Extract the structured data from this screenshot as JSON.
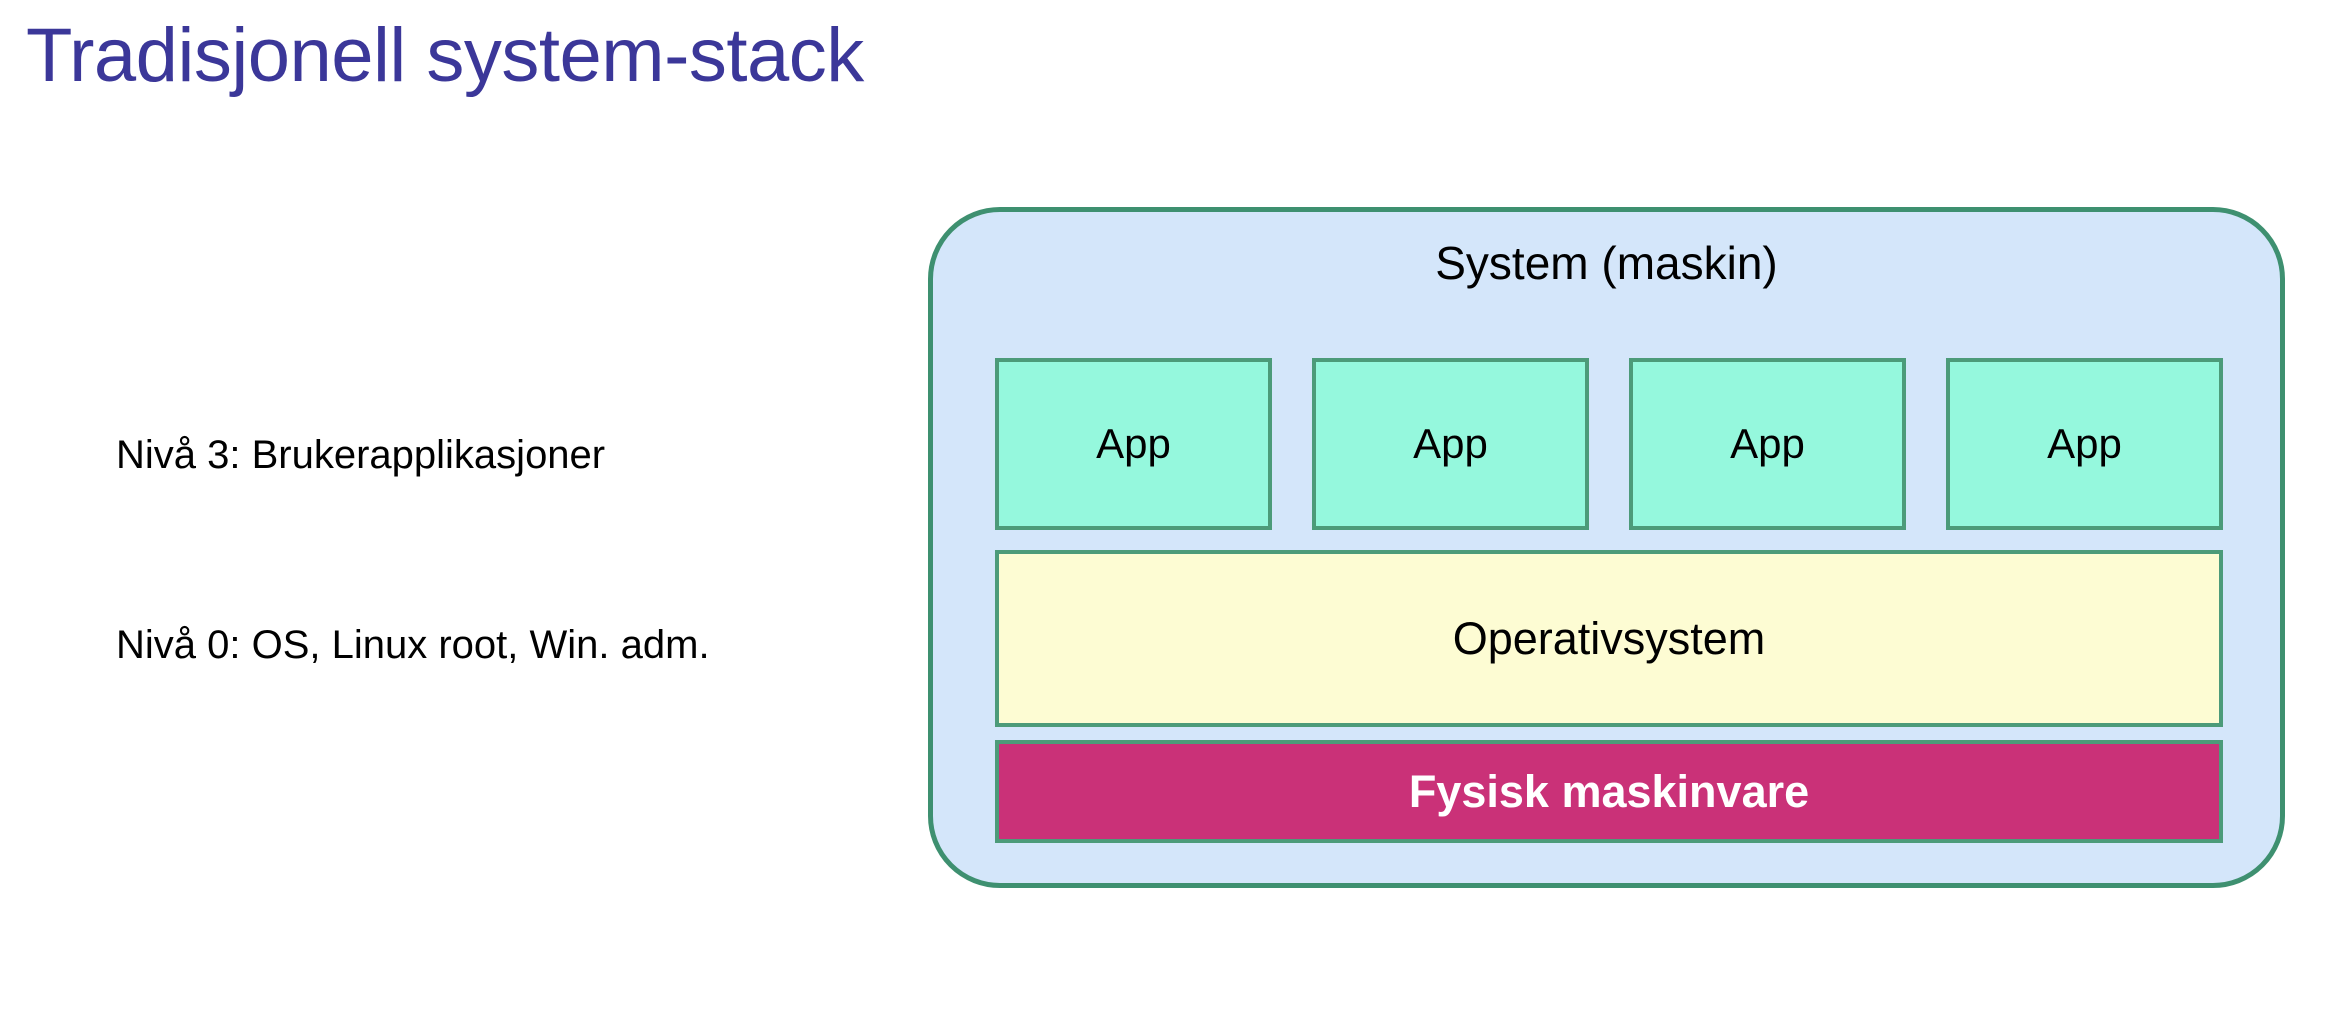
{
  "slide": {
    "title": "Tradisjonell system-stack",
    "title_color": "#3B3799",
    "background_color": "#FFFFFF"
  },
  "levels": [
    {
      "id": "nivaa-3",
      "label": "Nivå 3: Brukerapplikasjoner"
    },
    {
      "id": "nivaa-0",
      "label": "Nivå 0: OS, Linux root, Win. adm."
    }
  ],
  "system": {
    "title": "System (maskin)",
    "fill_color": "#D4E6FA",
    "border_color": "#3E9070",
    "apps": [
      {
        "label": "App"
      },
      {
        "label": "App"
      },
      {
        "label": "App"
      },
      {
        "label": "App"
      }
    ],
    "app_fill_color": "#95F8DD",
    "app_border_color": "#4C9B79",
    "os": {
      "label": "Operativsystem",
      "fill_color": "#FDFCD3",
      "border_color": "#4C9B79"
    },
    "hardware": {
      "label": "Fysisk maskinvare",
      "fill_color": "#CA3178",
      "border_color": "#4C9B79",
      "text_color": "#FFFFFF"
    }
  }
}
